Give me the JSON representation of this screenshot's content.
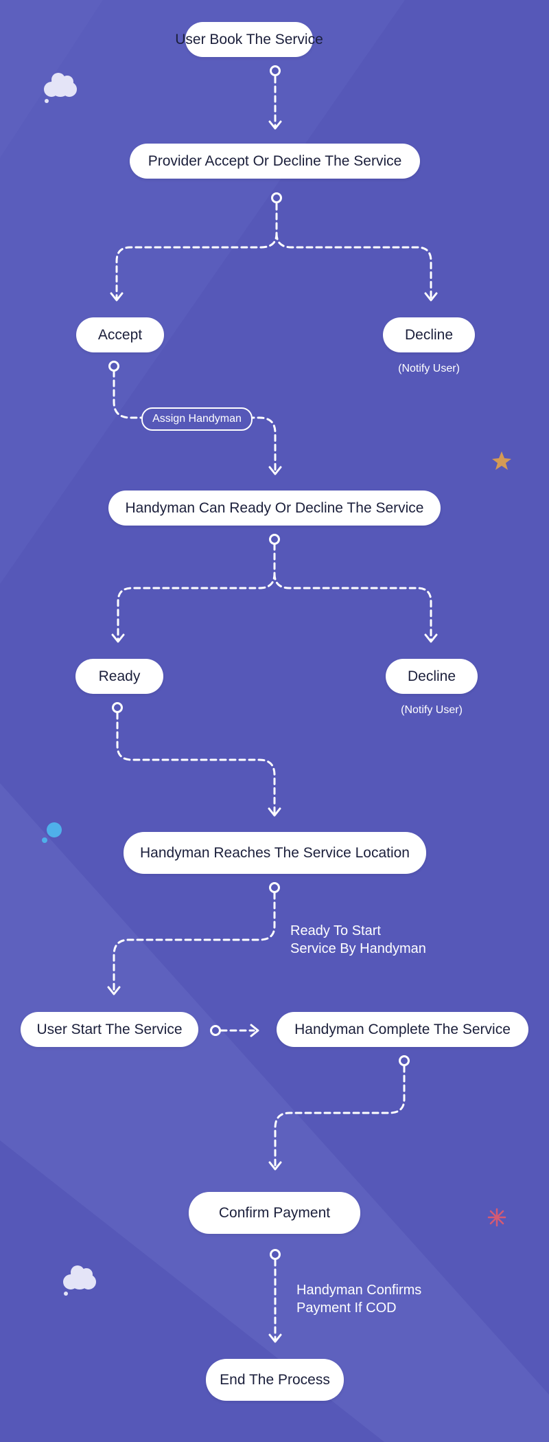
{
  "nodes": {
    "user_book": "User Book The Service",
    "provider_decision": "Provider Accept Or Decline The Service",
    "accept": "Accept",
    "decline_1": "Decline",
    "handyman_decision": "Handyman Can Ready Or Decline The Service",
    "ready": "Ready",
    "decline_2": "Decline",
    "reaches_location": "Handyman Reaches The Service Location",
    "user_start": "User Start The Service",
    "handyman_complete": "Handyman Complete The Service",
    "confirm_payment": "Confirm Payment",
    "end_process": "End The Process"
  },
  "notes": {
    "notify_user_1": "(Notify User)",
    "notify_user_2": "(Notify User)",
    "assign_handyman": "Assign Handyman",
    "ready_to_start_line1": "Ready To Start",
    "ready_to_start_line2": "Service By Handyman",
    "cod_line1": "Handyman Confirms",
    "cod_line2": "Payment If COD"
  },
  "colors": {
    "background": "#5658b8",
    "node": "#ffffff",
    "node_text": "#1b1f3b",
    "connector": "#ffffff"
  },
  "decorations": [
    "cloud-icon",
    "star-icon",
    "sparkle-icon",
    "dots-icon",
    "cloud-icon"
  ]
}
